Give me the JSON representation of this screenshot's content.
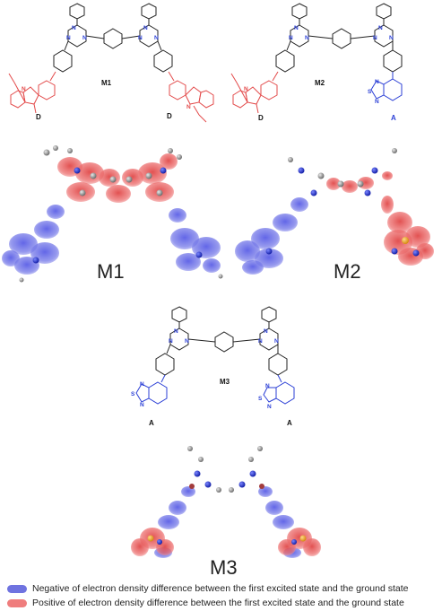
{
  "panels": {
    "m1": {
      "label": "M1",
      "donor_labels": [
        "D",
        "D"
      ]
    },
    "m2": {
      "label": "M2",
      "donor_label": "D",
      "acceptor_label": "A"
    },
    "m3": {
      "label": "M3",
      "acceptor_labels": [
        "A",
        "A"
      ]
    }
  },
  "atoms": {
    "n": "N",
    "s": "S"
  },
  "legend": {
    "negative": {
      "text": "Negative of electron density difference between the first excited state and the ground state",
      "color": "#6f73e0"
    },
    "positive": {
      "text": "Positive of electron density difference between the first excited state and the ground state",
      "color": "#ef7d7d"
    }
  },
  "colors": {
    "donor": "#e34a4a",
    "acceptor": "#2b3fd6",
    "core": "#222222"
  }
}
